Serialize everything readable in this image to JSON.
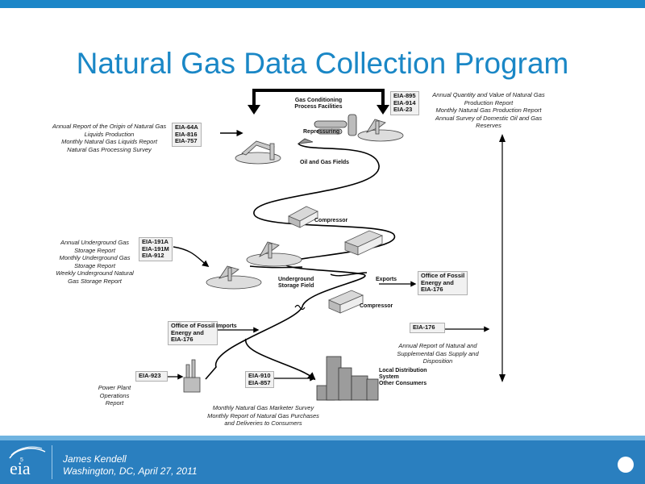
{
  "title": "Natural Gas Data Collection Program",
  "colors": {
    "accent": "#1a87c6",
    "footer": "#2a7fbf"
  },
  "annotations": {
    "top_right": [
      "Annual Quantity and Value of Natural Gas",
      "Production Report",
      "Monthly Natural Gas Production Report",
      "Annual Survey of Domestic Oil and Gas Reserves"
    ],
    "left_processing": [
      "Annual Report of the Origin of Natural Gas",
      "Liquids Production",
      "Monthly Natural Gas Liquids Report",
      "Natural Gas Processing Survey"
    ],
    "left_storage": [
      "Annual Underground Gas",
      "Storage Report",
      "Monthly Underground Gas",
      "Storage Report",
      "Weekly Underground Natural",
      "Gas Storage Report"
    ],
    "right_supply": [
      "Annual Report of Natural and",
      "Supplemental Gas Supply and",
      "Disposition"
    ],
    "power_plant": [
      "Power Plant",
      "Operations",
      "Report"
    ],
    "marketer": [
      "Monthly Natural Gas Marketer Survey",
      "Monthly Report of Natural Gas Purchases",
      "and Deliveries to Consumers"
    ]
  },
  "boxes": {
    "eia_895": [
      "EIA-895",
      "EIA-914",
      "EIA-23"
    ],
    "eia_64a": [
      "EIA-64A",
      "EIA-816",
      "EIA-757"
    ],
    "eia_191a": [
      "EIA-191A",
      "EIA-191M",
      "EIA-912"
    ],
    "fossil_exports": [
      "Office of Fossil",
      "Energy and",
      "EIA-176"
    ],
    "fossil_imports": [
      "Office of Fossil",
      "Energy and",
      "EIA-176"
    ],
    "eia_176": "EIA-176",
    "eia_923": "EIA-923",
    "eia_910": [
      "EIA-910",
      "EIA-857"
    ]
  },
  "labels": {
    "gas_conditioning": [
      "Gas Conditioning",
      "Process Facilities"
    ],
    "repressuring": "Repressuring",
    "oil_gas_fields": "Oil and Gas Fields",
    "compressor_1": "Compressor",
    "underground_storage": [
      "Underground",
      "Storage Field"
    ],
    "exports": "Exports",
    "compressor_2": "Compressor",
    "imports": "Imports",
    "local_distribution": [
      "Local Distribution",
      "System",
      "Other Consumers"
    ]
  },
  "footer": {
    "page_number": "5",
    "presenter": "James Kendell",
    "location_date": "Washington, DC, April 27, 2011",
    "logo_text": "eia"
  }
}
